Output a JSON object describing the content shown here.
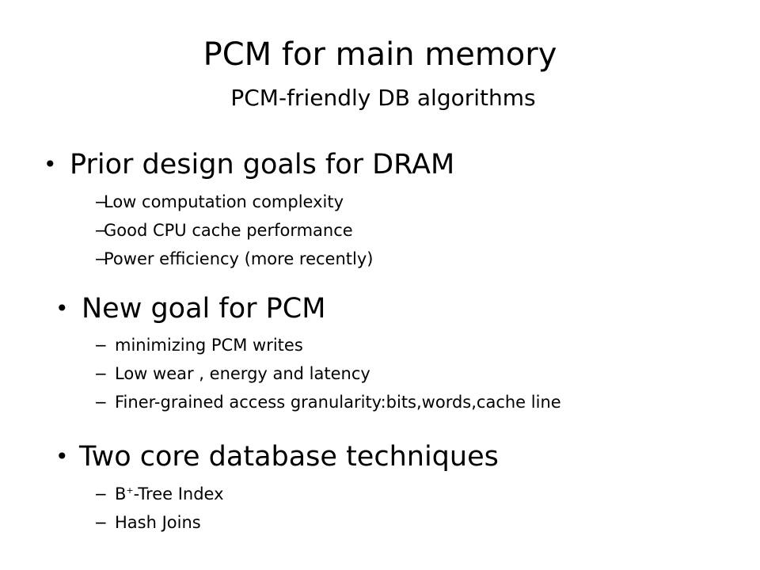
{
  "title": "PCM for main memory",
  "subtitle": "PCM-friendly DB algorithms",
  "bullet_glyph": "•",
  "dash_glyph": "−",
  "sections": [
    {
      "heading": "Prior design goals  for DRAM",
      "items": [
        "Low computation complexity",
        "Good CPU cache performance",
        "Power efficiency (more recently)"
      ]
    },
    {
      "heading": "New goal for PCM",
      "items": [
        "minimizing PCM writes",
        "Low wear , energy and latency",
        "Finer-grained access granularity:bits,words,cache line"
      ]
    },
    {
      "heading": "Two core database techniques",
      "items": [
        {
          "base": "B",
          "sup": "+",
          "rest": "-Tree Index"
        },
        "Hash Joins"
      ]
    }
  ]
}
